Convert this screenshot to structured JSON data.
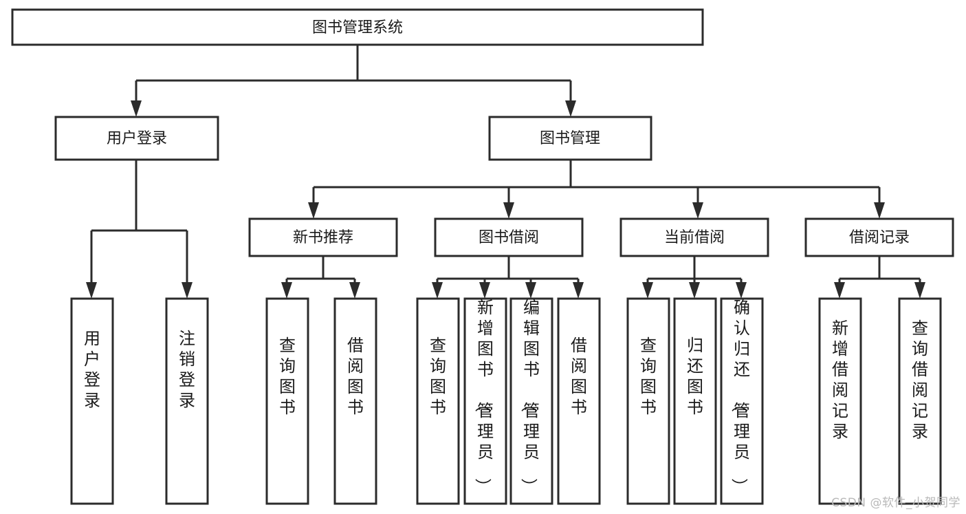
{
  "diagram": {
    "title": "图书管理系统",
    "type": "hierarchy-tree",
    "root": {
      "id": "root",
      "label": "图书管理系统",
      "orientation": "horizontal"
    },
    "level2": [
      {
        "id": "user-login",
        "label": "用户登录",
        "orientation": "horizontal"
      },
      {
        "id": "book-manage",
        "label": "图书管理",
        "orientation": "horizontal"
      }
    ],
    "level3": [
      {
        "id": "new-book-recommend",
        "label": "新书推荐",
        "orientation": "horizontal",
        "parent": "book-manage"
      },
      {
        "id": "book-borrow",
        "label": "图书借阅",
        "orientation": "horizontal",
        "parent": "book-manage"
      },
      {
        "id": "current-borrow",
        "label": "当前借阅",
        "orientation": "horizontal",
        "parent": "book-manage"
      },
      {
        "id": "borrow-record",
        "label": "借阅记录",
        "orientation": "horizontal",
        "parent": "book-manage"
      }
    ],
    "leaves": [
      {
        "id": "leaf-user-login",
        "label": "用户登录",
        "orientation": "vertical",
        "parent": "user-login"
      },
      {
        "id": "leaf-user-logout",
        "label": "注销登录",
        "orientation": "vertical",
        "parent": "user-login"
      },
      {
        "id": "leaf-query-book-1",
        "label": "查询图书",
        "orientation": "vertical",
        "parent": "new-book-recommend"
      },
      {
        "id": "leaf-borrow-book-1",
        "label": "借阅图书",
        "orientation": "vertical",
        "parent": "new-book-recommend"
      },
      {
        "id": "leaf-query-book-2",
        "label": "查询图书",
        "orientation": "vertical",
        "parent": "book-borrow"
      },
      {
        "id": "leaf-add-book",
        "label": "新增图书（管理员）",
        "orientation": "vertical",
        "parent": "book-borrow"
      },
      {
        "id": "leaf-edit-book",
        "label": "编辑图书（管理员）",
        "orientation": "vertical",
        "parent": "book-borrow"
      },
      {
        "id": "leaf-borrow-book-2",
        "label": "借阅图书",
        "orientation": "vertical",
        "parent": "book-borrow"
      },
      {
        "id": "leaf-query-book-3",
        "label": "查询图书",
        "orientation": "vertical",
        "parent": "current-borrow"
      },
      {
        "id": "leaf-return-book",
        "label": "归还图书",
        "orientation": "vertical",
        "parent": "current-borrow"
      },
      {
        "id": "leaf-confirm-return",
        "label": "确认归还（管理员）",
        "orientation": "vertical",
        "parent": "current-borrow"
      },
      {
        "id": "leaf-add-record",
        "label": "新增借阅记录",
        "orientation": "vertical",
        "parent": "borrow-record"
      },
      {
        "id": "leaf-query-record",
        "label": "查询借阅记录",
        "orientation": "vertical",
        "parent": "borrow-record"
      }
    ],
    "colors": {
      "stroke": "#2b2b2b",
      "fill": "#ffffff",
      "text": "#1a1a1a",
      "watermark": "#b9b9b9",
      "background": "#ffffff"
    }
  },
  "watermark": {
    "text": "CSDN @软件_小贺同学"
  }
}
